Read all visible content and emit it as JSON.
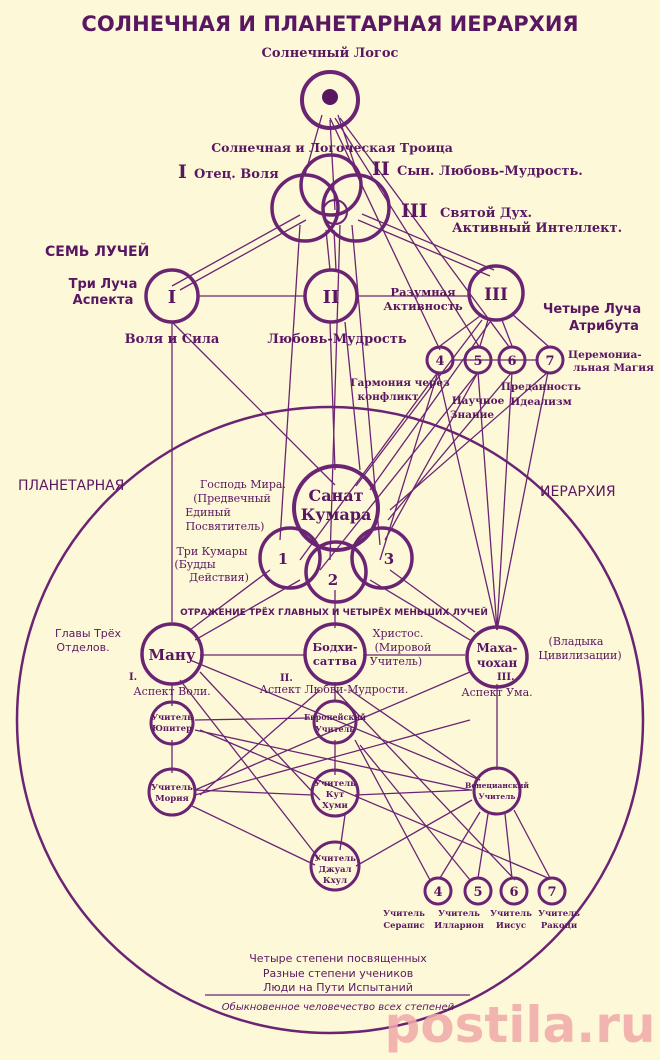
{
  "title": "СОЛНЕЧНАЯ И ПЛАНЕТАРНАЯ ИЕРАРХИЯ",
  "solar": {
    "logos": "Солнечный Логос",
    "trinity": "Солнечная и Логоческая Троица",
    "aspect1_num": "I",
    "aspect1": "Отец. Воля",
    "aspect2_num": "II",
    "aspect2": "Сын. Любовь-Мудрость.",
    "aspect3_num": "III",
    "aspect3_line1": "Святой Дух.",
    "aspect3_line2": "Активный Интеллект."
  },
  "rays": {
    "heading": "СЕМЬ ЛУЧЕЙ",
    "three_aspect_line1": "Три Луча",
    "three_aspect_line2": "Аспекта",
    "ray1": "I",
    "ray2": "II",
    "ray3": "III",
    "ray1_label": "Воля и Сила",
    "ray2_label": "Любовь-Мудрость",
    "ray3_label_line1": "Разумная",
    "ray3_label_line2": "Активность",
    "four_attr_line1": "Четыре Луча",
    "four_attr_line2": "Атрибута",
    "ray4": "4",
    "ray5": "5",
    "ray6": "6",
    "ray7": "7",
    "ray7_label_line1": "Церемониа-",
    "ray7_label_line2": "льная Магия",
    "ray4_label_line1": "Гармония через",
    "ray4_label_line2": "конфликт",
    "ray5_label_line1": "Научное",
    "ray5_label_line2": "Знание",
    "ray6_label_line1": "Преданность",
    "ray6_label_line2": "Идеализм"
  },
  "planetary": {
    "left_label": "ПЛАНЕТАРНАЯ",
    "right_label": "ИЕРАРХИЯ",
    "sanat_line1": "Санат",
    "sanat_line2": "Кумара",
    "lord_line1": "Господь Мира.",
    "lord_line2": "(Предвечный",
    "lord_line3": "Единый",
    "lord_line4": "Посвятитель)",
    "kumaras_line1": "Три Кумары",
    "kumaras_line2": "(Будды",
    "kumaras_line3": "Действия)",
    "kumara1": "1",
    "kumara2": "2",
    "kumara3": "3",
    "reflection": "ОТРАЖЕНИЕ ТРЁХ ГЛАВНЫХ И ЧЕТЫРЁХ МЕНЬШИХ ЛУЧЕЙ",
    "heads_line1": "Главы Трёх",
    "heads_line2": "Отделов.",
    "manu": "Ману",
    "bodhi_line1": "Бодхи-",
    "bodhi_line2": "саттва",
    "christ_line1": "Христос.",
    "christ_line2": "(Мировой",
    "christ_line3": "Учитель)",
    "maha_line1": "Маха-",
    "maha_line2": "чохан",
    "civ_line1": "(Владыка",
    "civ_line2": "Цивилизации)",
    "dept1_num": "I.",
    "dept1": "Аспект Воли.",
    "dept2_num": "II.",
    "dept2": "Аспект Любви-Мудрости.",
    "dept3_num": "III.",
    "dept3": "Аспект Ума.",
    "jupiter_line1": "Учитель",
    "jupiter_line2": "Юпитер",
    "european_line1": "Европейский",
    "european_line2": "Учитель",
    "venetian_line1": "Венецианский",
    "venetian_line2": "Учитель",
    "morya_line1": "Учитель",
    "morya_line2": "Мория",
    "kuthumi_line1": "Учитель",
    "kuthumi_line2": "Кут",
    "kuthumi_line3": "Хуми",
    "djwhal_line1": "Учитель",
    "djwhal_line2": "Джуал",
    "djwhal_line3": "Кхул",
    "m4": "4",
    "m5": "5",
    "m6": "6",
    "m7": "7",
    "serapis_line1": "Учитель",
    "serapis_line2": "Серапис",
    "hilarion_line1": "Учитель",
    "hilarion_line2": "Илларион",
    "jesus_line1": "Учитель",
    "jesus_line2": "Иисус",
    "rakoczi_line1": "Учитель",
    "rakoczi_line2": "Ракоци"
  },
  "footer": {
    "line1": "Четыре степени посвященных",
    "line2": "Разные степени учеников",
    "line3": "Люди на Пути Испытаний",
    "line4": "Обыкновенное человечество всех степеней"
  },
  "watermark": "postila.ru",
  "colors": {
    "ink": "#5a1761",
    "background": "#fdf9d8",
    "watermark": "#f0a8a8"
  }
}
